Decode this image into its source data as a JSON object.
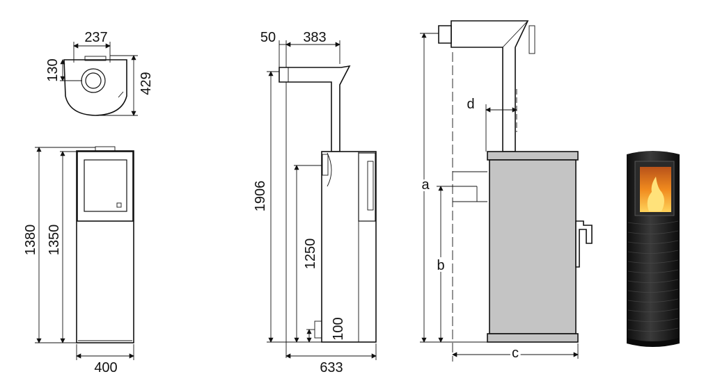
{
  "top_view": {
    "width": "237",
    "offset": "130",
    "depth": "429"
  },
  "front_view": {
    "total_height": "1380",
    "body_height": "1350",
    "width": "400"
  },
  "side_view": {
    "rear_offset": "50",
    "pipe_length": "383",
    "total_height": "1906",
    "outlet_height": "1250",
    "inlet_height": "100",
    "depth": "633"
  },
  "schematic": {
    "label_a": "a",
    "label_b": "b",
    "label_c": "c",
    "label_d": "d"
  },
  "colors": {
    "line": "#111111",
    "schematic_fill": "#c4c4c4",
    "stove_dark": "#1c1c1c",
    "fire_orange": "#f08a1e"
  }
}
